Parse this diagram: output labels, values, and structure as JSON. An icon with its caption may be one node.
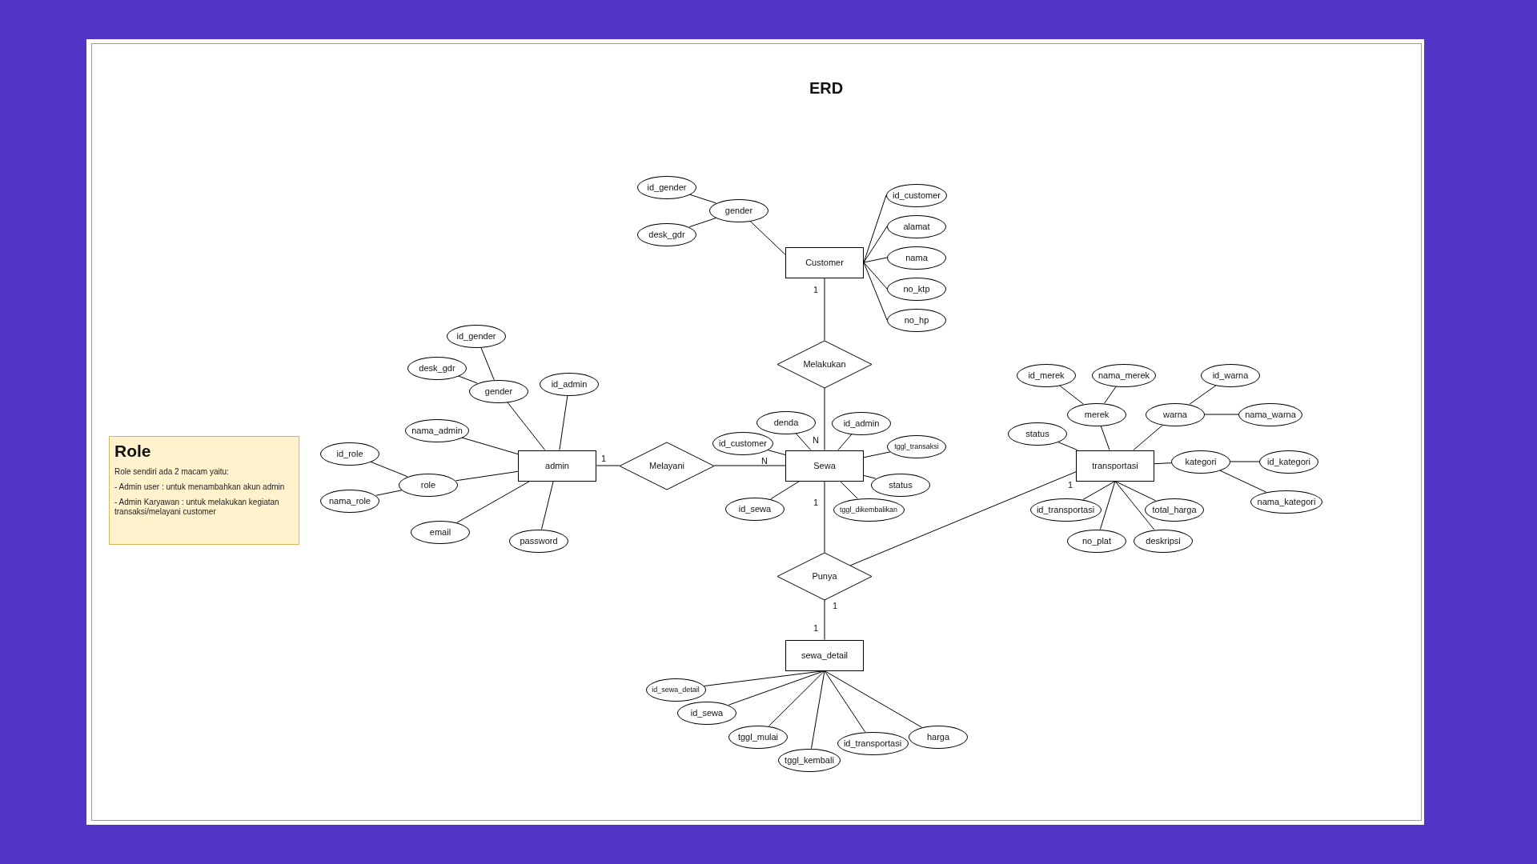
{
  "diagram": {
    "title": "ERD",
    "nodes": [
      {
        "text": [
          "id_gender"
        ]
      },
      {
        "text": [
          "desk_gdr"
        ]
      },
      {
        "text": [
          "gender"
        ]
      },
      {
        "text": [
          "Customer"
        ]
      },
      {
        "text": [
          "id_customer"
        ]
      },
      {
        "text": [
          "alamat"
        ]
      },
      {
        "text": [
          "nama"
        ]
      },
      {
        "text": [
          "no_ktp"
        ]
      },
      {
        "text": [
          "no_hp"
        ]
      },
      {
        "text": [
          "Melakukan"
        ]
      },
      {
        "text": [
          "id_gender"
        ]
      },
      {
        "text": [
          "desk_gdr"
        ]
      },
      {
        "text": [
          "gender"
        ]
      },
      {
        "text": [
          "id_admin"
        ]
      },
      {
        "text": [
          "nama_admin"
        ]
      },
      {
        "text": [
          "id_role"
        ]
      },
      {
        "text": [
          "role"
        ]
      },
      {
        "text": [
          "nama_role"
        ]
      },
      {
        "text": [
          "admin"
        ]
      },
      {
        "text": [
          "email"
        ]
      },
      {
        "text": [
          "password"
        ]
      },
      {
        "text": [
          "Melayani"
        ]
      },
      {
        "text": [
          "Role",
          "Role sendiri ada 2 macam yaitu:",
          "- Admin user : untuk menambahkan akun admin",
          "- Admin Karyawan : untuk melakukan kegiatan transaksi/melayani customer"
        ]
      },
      {
        "text": [
          "denda"
        ]
      },
      {
        "text": [
          "id_admin"
        ]
      },
      {
        "text": [
          "id_customer"
        ]
      },
      {
        "text": [
          "Sewa"
        ]
      },
      {
        "text": [
          "tggl_transaksi"
        ]
      },
      {
        "text": [
          "status"
        ]
      },
      {
        "text": [
          "id_sewa"
        ]
      },
      {
        "text": [
          "tggl_dikembalikan"
        ]
      },
      {
        "text": [
          "Punya"
        ]
      },
      {
        "text": [
          "id_merek"
        ]
      },
      {
        "text": [
          "nama_merek"
        ]
      },
      {
        "text": [
          "id_warna"
        ]
      },
      {
        "text": [
          "merek"
        ]
      },
      {
        "text": [
          "warna"
        ]
      },
      {
        "text": [
          "nama_warna"
        ]
      },
      {
        "text": [
          "status"
        ]
      },
      {
        "text": [
          "transportasi"
        ]
      },
      {
        "text": [
          "kategori"
        ]
      },
      {
        "text": [
          "id_kategori"
        ]
      },
      {
        "text": [
          "nama_kategori"
        ]
      },
      {
        "text": [
          "id_transportasi"
        ]
      },
      {
        "text": [
          "total_harga"
        ]
      },
      {
        "text": [
          "no_plat"
        ]
      },
      {
        "text": [
          "deskripsi"
        ]
      },
      {
        "text": [
          "sewa_detail"
        ]
      },
      {
        "text": [
          "id_sewa_detail"
        ]
      },
      {
        "text": [
          "id_sewa"
        ]
      },
      {
        "text": [
          "tggl_mulai"
        ]
      },
      {
        "text": [
          "tggl_kembali"
        ]
      },
      {
        "text": [
          "id_transportasi"
        ]
      },
      {
        "text": [
          "harga"
        ]
      }
    ],
    "edges": [
      {
        "from": 0,
        "to": 2,
        "arrow": "none"
      },
      {
        "from": 1,
        "to": 2,
        "arrow": "none"
      },
      {
        "from": 2,
        "to": 3,
        "arrow": "none"
      },
      {
        "from": 4,
        "to": 3,
        "arrow": "none"
      },
      {
        "from": 5,
        "to": 3,
        "arrow": "none"
      },
      {
        "from": 6,
        "to": 3,
        "arrow": "none"
      },
      {
        "from": 7,
        "to": 3,
        "arrow": "none"
      },
      {
        "from": 8,
        "to": 3,
        "arrow": "none"
      },
      {
        "from": 3,
        "to": 9,
        "arrow": "none"
      },
      {
        "from": 9,
        "to": 26,
        "arrow": "none"
      },
      {
        "from": 10,
        "to": 12,
        "arrow": "none"
      },
      {
        "from": 11,
        "to": 12,
        "arrow": "none"
      },
      {
        "from": 12,
        "to": 18,
        "arrow": "none"
      },
      {
        "from": 13,
        "to": 18,
        "arrow": "none"
      },
      {
        "from": 14,
        "to": 18,
        "arrow": "none"
      },
      {
        "from": 15,
        "to": 16,
        "arrow": "none"
      },
      {
        "from": 17,
        "to": 16,
        "arrow": "none"
      },
      {
        "from": 16,
        "to": 18,
        "arrow": "none"
      },
      {
        "from": 19,
        "to": 18,
        "arrow": "none"
      },
      {
        "from": 20,
        "to": 18,
        "arrow": "none"
      },
      {
        "from": 18,
        "to": 21,
        "arrow": "none"
      },
      {
        "from": 21,
        "to": 26,
        "arrow": "none"
      },
      {
        "from": 23,
        "to": 26,
        "arrow": "none"
      },
      {
        "from": 24,
        "to": 26,
        "arrow": "none"
      },
      {
        "from": 25,
        "to": 26,
        "arrow": "none"
      },
      {
        "from": 27,
        "to": 26,
        "arrow": "none"
      },
      {
        "from": 28,
        "to": 26,
        "arrow": "none"
      },
      {
        "from": 29,
        "to": 26,
        "arrow": "none"
      },
      {
        "from": 30,
        "to": 26,
        "arrow": "none"
      },
      {
        "from": 26,
        "to": 31,
        "arrow": "none"
      },
      {
        "from": 31,
        "to": 39,
        "arrow": "none"
      },
      {
        "from": 31,
        "to": 47,
        "arrow": "none"
      },
      {
        "from": 32,
        "to": 35,
        "arrow": "none"
      },
      {
        "from": 33,
        "to": 35,
        "arrow": "none"
      },
      {
        "from": 34,
        "to": 36,
        "arrow": "none"
      },
      {
        "from": 37,
        "to": 36,
        "arrow": "none"
      },
      {
        "from": 35,
        "to": 39,
        "arrow": "none"
      },
      {
        "from": 36,
        "to": 39,
        "arrow": "none"
      },
      {
        "from": 38,
        "to": 39,
        "arrow": "none"
      },
      {
        "from": 40,
        "to": 39,
        "arrow": "none"
      },
      {
        "from": 41,
        "to": 40,
        "arrow": "none"
      },
      {
        "from": 42,
        "to": 40,
        "arrow": "none"
      },
      {
        "from": 43,
        "to": 39,
        "arrow": "none"
      },
      {
        "from": 44,
        "to": 39,
        "arrow": "none"
      },
      {
        "from": 45,
        "to": 39,
        "arrow": "none"
      },
      {
        "from": 46,
        "to": 39,
        "arrow": "none"
      },
      {
        "from": 48,
        "to": 47,
        "arrow": "none"
      },
      {
        "from": 49,
        "to": 47,
        "arrow": "none"
      },
      {
        "from": 50,
        "to": 47,
        "arrow": "none"
      },
      {
        "from": 51,
        "to": 47,
        "arrow": "none"
      },
      {
        "from": 52,
        "to": 47,
        "arrow": "none"
      },
      {
        "from": 53,
        "to": 47,
        "arrow": "none"
      }
    ],
    "labels": [
      "1",
      "N",
      "1",
      "N",
      "1",
      "1",
      "1",
      "1"
    ]
  }
}
